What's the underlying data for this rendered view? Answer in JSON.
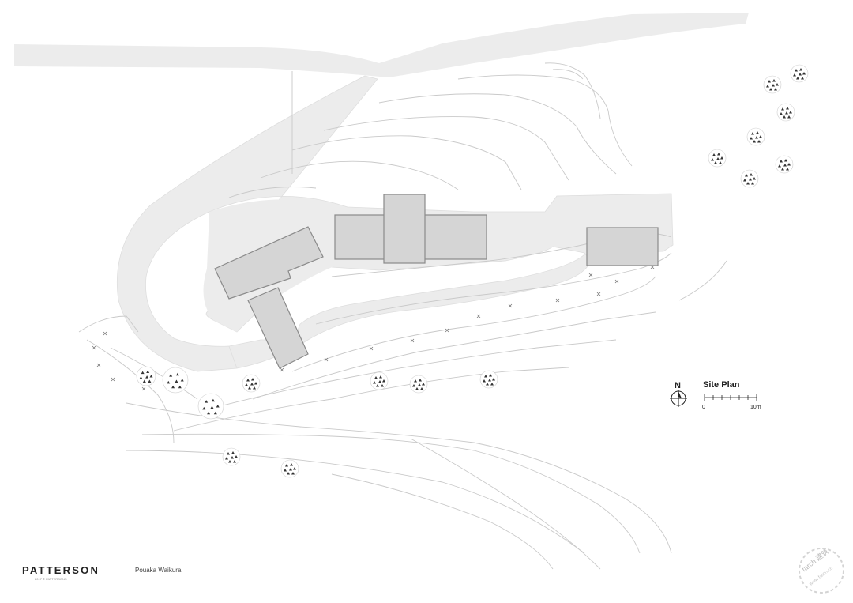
{
  "drawing": {
    "title": "Site Plan",
    "north_label": "N",
    "scale": {
      "start_label": "0",
      "end_label": "10m"
    }
  },
  "footer": {
    "firm": "PATTERSON",
    "copyright": "2017 © PATTERSONS",
    "project": "Pouaka Waikura"
  },
  "watermark": {
    "text": "farch 建筑",
    "url": "www.farch.cn"
  },
  "colors": {
    "road": "#ececec",
    "building": "#d5d5d5",
    "building_outline": "#8a8a8a",
    "contour": "#c9c9c9",
    "tree": "#333333"
  }
}
